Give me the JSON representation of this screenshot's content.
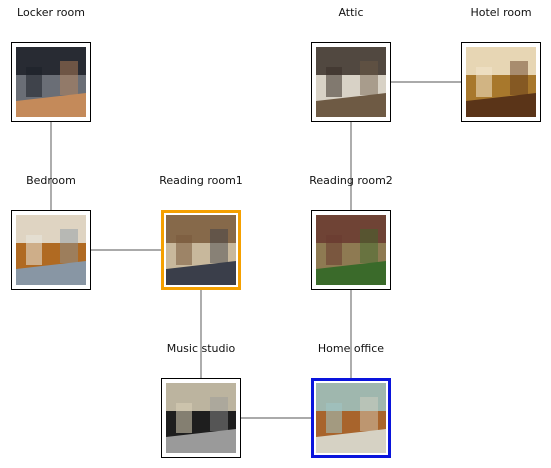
{
  "diagram": {
    "rooms": [
      {
        "id": "locker",
        "label": "Locker room",
        "highlight": null,
        "thumb_colors": [
          "#1c2028",
          "#6a6e76",
          "#c48a5a"
        ]
      },
      {
        "id": "attic",
        "label": "Attic",
        "highlight": null,
        "thumb_colors": [
          "#3a3028",
          "#d8d2c6",
          "#6e5a44"
        ]
      },
      {
        "id": "hotel",
        "label": "Hotel room",
        "highlight": null,
        "thumb_colors": [
          "#f2e6cc",
          "#a8782c",
          "#5a3418"
        ]
      },
      {
        "id": "bedroom",
        "label": "Bedroom",
        "highlight": null,
        "thumb_colors": [
          "#e8e6de",
          "#b06a22",
          "#8896a4"
        ]
      },
      {
        "id": "reading1",
        "label": "Reading room1",
        "highlight": "#f5a000",
        "thumb_colors": [
          "#7a5a3c",
          "#c8b89c",
          "#3a3e4a"
        ]
      },
      {
        "id": "reading2",
        "label": "Reading room2",
        "highlight": null,
        "thumb_colors": [
          "#6a3a30",
          "#8e7a52",
          "#3a6a2a"
        ]
      },
      {
        "id": "music",
        "label": "Music studio",
        "highlight": null,
        "thumb_colors": [
          "#d8cfb6",
          "#1e1e1e",
          "#9a9a9a"
        ]
      },
      {
        "id": "home",
        "label": "Home office",
        "highlight": "#0a14dc",
        "thumb_colors": [
          "#9ec6c6",
          "#a8642c",
          "#d6d2c4"
        ]
      }
    ],
    "edges": [
      [
        "locker",
        "bedroom"
      ],
      [
        "attic",
        "hotel"
      ],
      [
        "attic",
        "reading2"
      ],
      [
        "bedroom",
        "reading1"
      ],
      [
        "reading1",
        "music"
      ],
      [
        "reading2",
        "home"
      ],
      [
        "music",
        "home"
      ]
    ],
    "edge_color": "#777777"
  }
}
